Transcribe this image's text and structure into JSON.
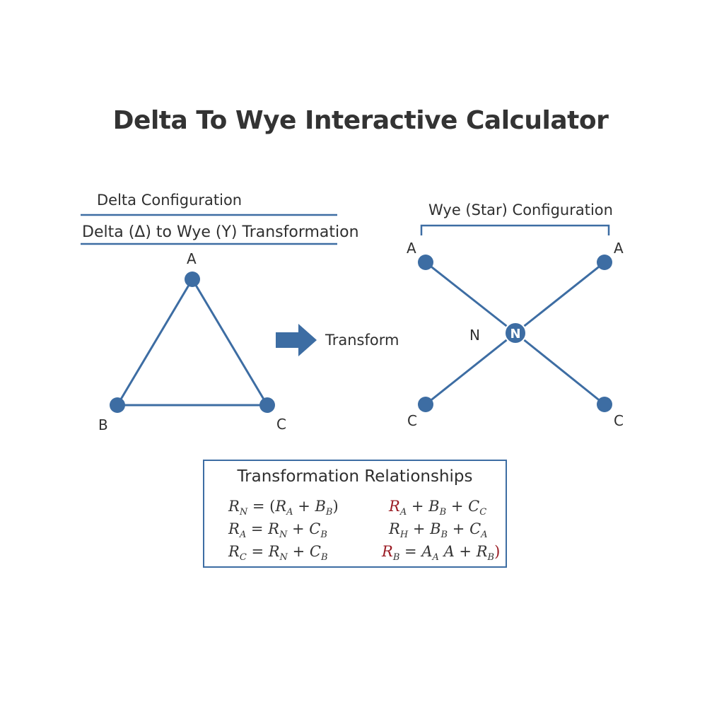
{
  "title": "Delta To Wye Interactive Calculator",
  "delta": {
    "config_label": "Delta Configuration",
    "transform_label": "Delta (Δ) to Wye (Y) Transformation",
    "nodes": {
      "a": "A",
      "b": "B",
      "c": "C"
    }
  },
  "arrow": {
    "label": "Transform"
  },
  "wye": {
    "config_label": "Wye (Star) Configuration",
    "nodes": {
      "a_left": "A",
      "a_right": "A",
      "n_outer": "N",
      "n_center": "N",
      "c_left": "C",
      "c_right": "C"
    }
  },
  "relations": {
    "title": "Transformation Relationships"
  },
  "colors": {
    "accent": "#3d6da3",
    "highlight": "#9b1c24",
    "text": "#2f2f2f"
  }
}
